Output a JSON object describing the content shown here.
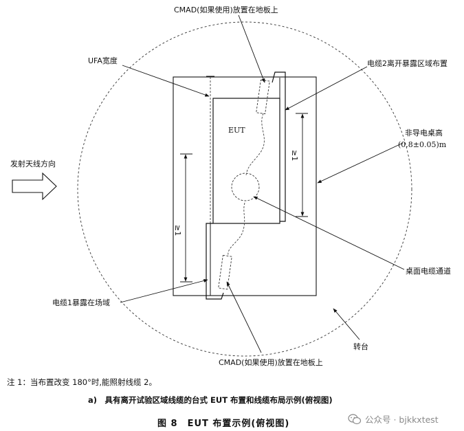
{
  "labels": {
    "cmad_top": "CMAD(如果使用)放置在地板上",
    "cable2": "电缆2离开暴露区域布置",
    "ufa": "UFA宽度",
    "table_height_1": "非导电桌高",
    "table_height_2": "(0.8±0.05)m",
    "eut": "EUT",
    "antenna_dir": "发射天线方向",
    "dim_upper": "≥1",
    "dim_lower": "≥1",
    "desk_channel": "桌面电缆通道",
    "cable1": "电缆1暴露在场域",
    "turntable": "转台",
    "cmad_bottom": "CMAD(如果使用)放置在地板上"
  },
  "note": "注 1：当布置改变 180°时,能照射线缆 2。",
  "subcaption": "a)　具有离开试验区域线缆的台式 EUT 布置和线缆布局示例(俯视图)",
  "figure_caption": "图 8　EUT 布置示例(俯视图)",
  "watermark": "公众号 · bjkkxtest"
}
